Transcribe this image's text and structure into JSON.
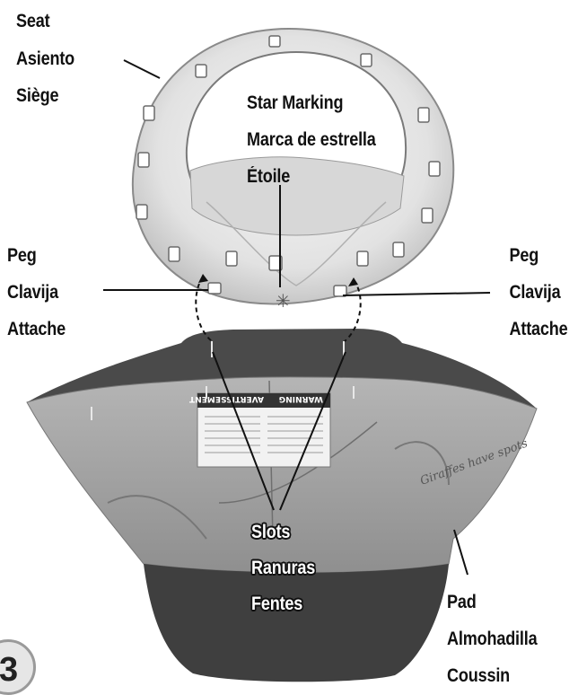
{
  "labels": {
    "seat": [
      "Seat",
      "Asiento",
      "Siège"
    ],
    "star_marking": [
      "Star Marking",
      "Marca de estrella",
      "Étoile"
    ],
    "peg_left": [
      "Peg",
      "Clavija",
      "Attache"
    ],
    "peg_right": [
      "Peg",
      "Clavija",
      "Attache"
    ],
    "slots": [
      "Slots",
      "Ranuras",
      "Fentes"
    ],
    "pad": [
      "Pad",
      "Almohadilla",
      "Coussin"
    ]
  },
  "step_number": "3",
  "pad_print": {
    "warning_left": "WARNING",
    "warning_right": "AVERTISSEMENT",
    "decor_text": "Giraffes have spots"
  }
}
